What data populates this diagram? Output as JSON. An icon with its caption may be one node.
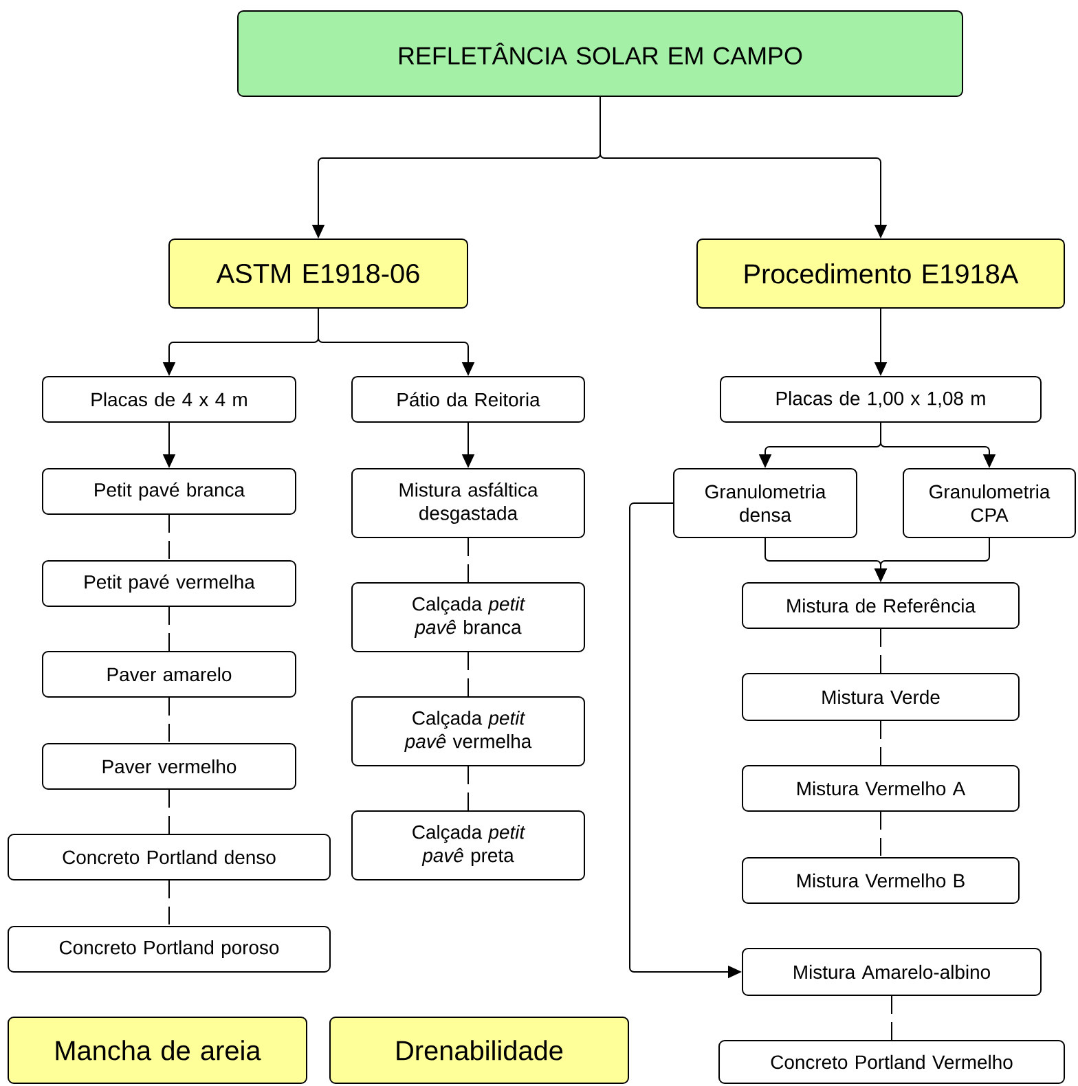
{
  "diagram": {
    "nodes": [
      {
        "text": [
          "REFLETÂNCIA SOLAR EM CAMPO"
        ]
      },
      {
        "text": [
          "ASTM E1918-06"
        ]
      },
      {
        "text": [
          "Procedimento E1918A"
        ]
      },
      {
        "text": [
          "Placas de 4 x 4 m"
        ]
      },
      {
        "text": [
          "Pátio da Reitoria"
        ]
      },
      {
        "text": [
          "Placas de 1,00 x 1,08 m"
        ]
      },
      {
        "text": [
          "Petit pavé branca"
        ]
      },
      {
        "text": [
          "Mistura asfáltica desgastada"
        ]
      },
      {
        "text": [
          "Granulometria densa"
        ]
      },
      {
        "text": [
          "Granulometria CPA"
        ]
      },
      {
        "text": [
          "Petit pavé vermelha"
        ]
      },
      {
        "text": [
          "Calçada *petit pavê* branca"
        ]
      },
      {
        "text": [
          "Mistura de Referência"
        ]
      },
      {
        "text": [
          "Paver amarelo"
        ]
      },
      {
        "text": [
          "Calçada *petit pavê* vermelha"
        ]
      },
      {
        "text": [
          "Mistura Verde"
        ]
      },
      {
        "text": [
          "Paver vermelho"
        ]
      },
      {
        "text": [
          "Calçada *petit pavê* preta"
        ]
      },
      {
        "text": [
          "Mistura Vermelho A"
        ]
      },
      {
        "text": [
          "Concreto Portland denso"
        ]
      },
      {
        "text": [
          "Mistura Vermelho B"
        ]
      },
      {
        "text": [
          "Concreto Portland poroso"
        ]
      },
      {
        "text": [
          "Mistura Amarelo-albino"
        ]
      },
      {
        "text": [
          "Mancha de areia"
        ]
      },
      {
        "text": [
          "Drenabilidade"
        ]
      },
      {
        "text": [
          "Concreto Portland Vermelho"
        ]
      }
    ],
    "edges": [
      {
        "from": 0,
        "to": 1,
        "arrow": "to"
      },
      {
        "from": 0,
        "to": 2,
        "arrow": "to"
      },
      {
        "from": 1,
        "to": 3,
        "arrow": "to"
      },
      {
        "from": 1,
        "to": 4,
        "arrow": "to"
      },
      {
        "from": 2,
        "to": 5,
        "arrow": "to"
      },
      {
        "from": 3,
        "to": 6,
        "arrow": "to"
      },
      {
        "from": 4,
        "to": 7,
        "arrow": "to"
      },
      {
        "from": 5,
        "to": 8,
        "arrow": "to"
      },
      {
        "from": 5,
        "to": 9,
        "arrow": "to"
      },
      {
        "from": 8,
        "to": 12,
        "arrow": "to"
      },
      {
        "from": 9,
        "to": 12,
        "arrow": "to"
      },
      {
        "from": 8,
        "to": 22,
        "arrow": "to"
      },
      {
        "from": 6,
        "to": 10,
        "arrow": "none",
        "style": "dashed"
      },
      {
        "from": 10,
        "to": 13,
        "arrow": "none",
        "style": "dashed"
      },
      {
        "from": 13,
        "to": 16,
        "arrow": "none",
        "style": "dashed"
      },
      {
        "from": 16,
        "to": 19,
        "arrow": "none",
        "style": "dashed"
      },
      {
        "from": 19,
        "to": 21,
        "arrow": "none",
        "style": "dashed"
      },
      {
        "from": 7,
        "to": 11,
        "arrow": "none",
        "style": "dashed"
      },
      {
        "from": 11,
        "to": 14,
        "arrow": "none",
        "style": "dashed"
      },
      {
        "from": 14,
        "to": 17,
        "arrow": "none",
        "style": "dashed"
      },
      {
        "from": 12,
        "to": 15,
        "arrow": "none",
        "style": "dashed"
      },
      {
        "from": 15,
        "to": 18,
        "arrow": "none",
        "style": "dashed"
      },
      {
        "from": 18,
        "to": 20,
        "arrow": "none",
        "style": "dashed"
      },
      {
        "from": 22,
        "to": 25,
        "arrow": "none",
        "style": "dashed"
      }
    ]
  }
}
